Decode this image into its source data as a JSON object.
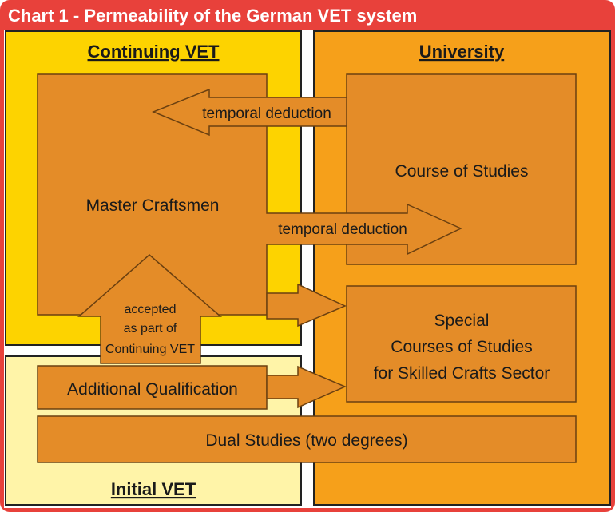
{
  "title": "Chart 1 - Permeability of the German VET system",
  "sections": {
    "continuing_vet": "Continuing VET",
    "university": "University",
    "initial_vet": "Initial VET"
  },
  "boxes": {
    "master_craftsmen": "Master Craftsmen",
    "course_of_studies": "Course of Studies",
    "special_line1": "Special",
    "special_line2": "Courses of Studies",
    "special_line3": "for Skilled Crafts Sector",
    "additional_qualification": "Additional Qualification",
    "dual_studies": "Dual Studies (two degrees)"
  },
  "arrows": {
    "temporal_deduction_top": "temporal deduction",
    "temporal_deduction_mid": "temporal deduction",
    "accepted_line1": "accepted",
    "accepted_line2": "as part of",
    "accepted_line3": "Continuing VET"
  },
  "colors": {
    "frame_red": "#e8413b",
    "continuing_yellow": "#fdd300",
    "initial_light_yellow": "#fff4a8",
    "university_orange": "#f6a01a",
    "box_orange": "#e48c28",
    "box_stroke": "#6b4010"
  }
}
